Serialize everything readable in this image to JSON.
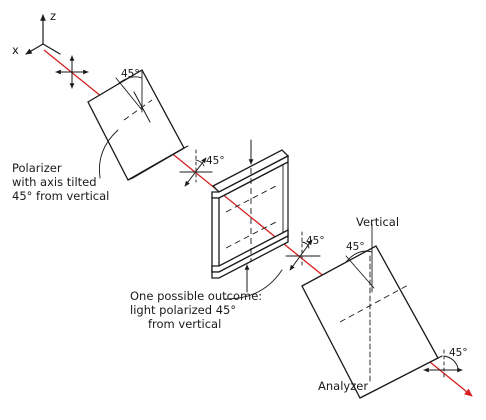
{
  "axes": {
    "z_label": "z",
    "x_label": "x"
  },
  "beam": {
    "color": "#d62020"
  },
  "polarizer": {
    "angle": "45°",
    "caption": [
      "Polarizer",
      "with axis tilted",
      "45° from vertical"
    ]
  },
  "sample": {
    "angle": "45°"
  },
  "outcome": {
    "angle": "45°",
    "caption": [
      "One possible outcome:",
      "light polarized 45°",
      "from vertical"
    ]
  },
  "analyzer": {
    "label": "Analyzer",
    "vertical_label": "Vertical",
    "angle_top": "45°",
    "angle_out": "45°"
  }
}
